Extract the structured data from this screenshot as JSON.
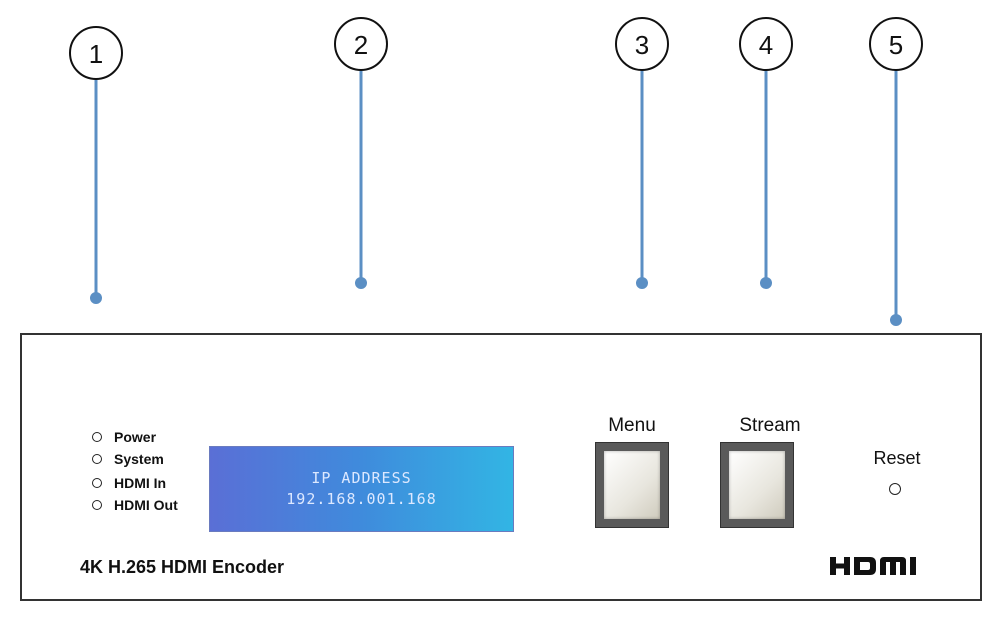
{
  "callouts": [
    {
      "number": "1"
    },
    {
      "number": "2"
    },
    {
      "number": "3"
    },
    {
      "number": "4"
    },
    {
      "number": "5"
    }
  ],
  "panel": {
    "leds": [
      {
        "label": "Power"
      },
      {
        "label": "System"
      },
      {
        "label": "HDMI In"
      },
      {
        "label": "HDMI Out"
      }
    ],
    "lcd": {
      "line1": "IP ADDRESS",
      "line2": "192.168.001.168"
    },
    "buttons": [
      {
        "label": "Menu"
      },
      {
        "label": "Stream"
      }
    ],
    "reset_label": "Reset",
    "product_name": "4K H.265 HDMI Encoder",
    "logo": "HDMI"
  },
  "colors": {
    "leader_line": "#5b8fc4",
    "lcd_start": "#5a6fd6",
    "lcd_end": "#32b5e4",
    "panel_border": "#333333"
  }
}
